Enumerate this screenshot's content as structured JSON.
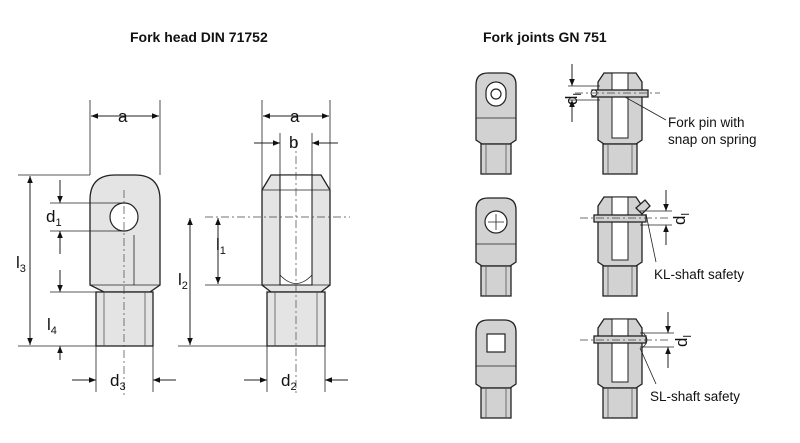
{
  "titles": {
    "fork_head": "Fork head  DIN 71752",
    "fork_joints": "Fork joints  GN 751"
  },
  "dimensions": {
    "a_left": "a",
    "a_right": "a",
    "b": "b",
    "d": "d",
    "d1": "1",
    "d2": "2",
    "d3": "3",
    "l": "l",
    "l1": "1",
    "l2": "2",
    "l3": "3",
    "l4": "4",
    "dl": "l"
  },
  "notes": {
    "fork_pin": [
      "Fork pin with",
      "snap  on spring"
    ],
    "kl": "KL-shaft safety",
    "sl": "SL-shaft safety"
  }
}
